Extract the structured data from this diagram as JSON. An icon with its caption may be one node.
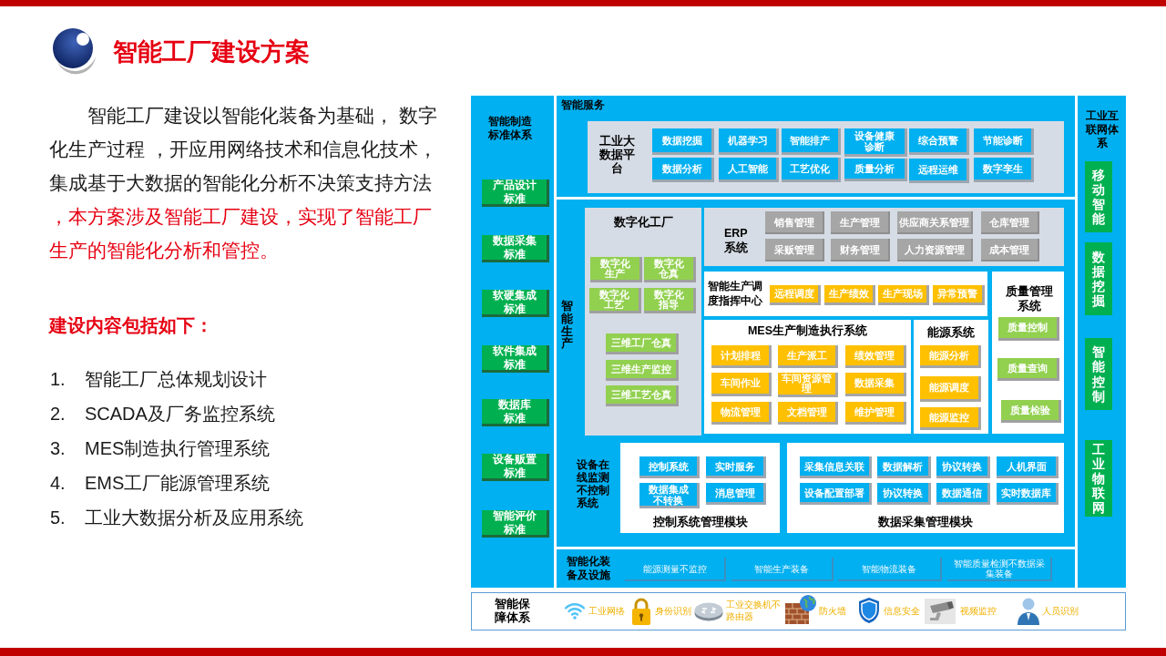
{
  "diagram": {
    "title": "智能工厂建设方案",
    "nodes": [
      {
        "text": [
          "智能制造标准体系"
        ]
      },
      {
        "text": [
          "产品设计标准"
        ],
        "in": 0
      },
      {
        "text": [
          "数据采集标准"
        ],
        "in": 0
      },
      {
        "text": [
          "软硬集成标准"
        ],
        "in": 0
      },
      {
        "text": [
          "软件集成标准"
        ],
        "in": 0
      },
      {
        "text": [
          "数据库标准"
        ],
        "in": 0
      },
      {
        "text": [
          "设备贩置标准"
        ],
        "in": 0
      },
      {
        "text": [
          "智能评价标准"
        ],
        "in": 0
      },
      {
        "text": [
          "智能服务"
        ]
      },
      {
        "text": [
          "工业大数据平台"
        ],
        "in": 8
      },
      {
        "text": [
          "数据挖掘"
        ],
        "in": 9
      },
      {
        "text": [
          "机器学习"
        ],
        "in": 9
      },
      {
        "text": [
          "智能排产"
        ],
        "in": 9
      },
      {
        "text": [
          "设备健康诊断"
        ],
        "in": 9
      },
      {
        "text": [
          "综合预警"
        ],
        "in": 9
      },
      {
        "text": [
          "节能诊断"
        ],
        "in": 9
      },
      {
        "text": [
          "数据分析"
        ],
        "in": 9
      },
      {
        "text": [
          "人工智能"
        ],
        "in": 9
      },
      {
        "text": [
          "工艺优化"
        ],
        "in": 9
      },
      {
        "text": [
          "质量分析"
        ],
        "in": 9
      },
      {
        "text": [
          "远程运维"
        ],
        "in": 9
      },
      {
        "text": [
          "数字孪生"
        ],
        "in": 9
      },
      {
        "text": [
          "智能生产"
        ]
      },
      {
        "text": [
          "数字化工厂"
        ],
        "in": 22
      },
      {
        "text": [
          "数字化生产"
        ],
        "in": 23
      },
      {
        "text": [
          "数字化仓真"
        ],
        "in": 23
      },
      {
        "text": [
          "数字化工艺"
        ],
        "in": 23
      },
      {
        "text": [
          "数字化指导"
        ],
        "in": 23
      },
      {
        "text": [
          "三维工厂仓真"
        ],
        "in": 23
      },
      {
        "text": [
          "三维生产监控"
        ],
        "in": 23
      },
      {
        "text": [
          "三维工艺仓真"
        ],
        "in": 23
      },
      {
        "text": [
          "ERP系统"
        ],
        "in": 22
      },
      {
        "text": [
          "销售管理"
        ],
        "in": 31
      },
      {
        "text": [
          "生产管理"
        ],
        "in": 31
      },
      {
        "text": [
          "供应商关系管理"
        ],
        "in": 31
      },
      {
        "text": [
          "仓库管理"
        ],
        "in": 31
      },
      {
        "text": [
          "采贩管理"
        ],
        "in": 31
      },
      {
        "text": [
          "财务管理"
        ],
        "in": 31
      },
      {
        "text": [
          "人力资源管理"
        ],
        "in": 31
      },
      {
        "text": [
          "成本管理"
        ],
        "in": 31
      },
      {
        "text": [
          "智能生产调度指挥中心"
        ],
        "in": 22
      },
      {
        "text": [
          "远程调度"
        ],
        "in": 40
      },
      {
        "text": [
          "生产绩效"
        ],
        "in": 40
      },
      {
        "text": [
          "生产现场"
        ],
        "in": 40
      },
      {
        "text": [
          "异常预警"
        ],
        "in": 40
      },
      {
        "text": [
          "质量管理系统"
        ],
        "in": 22
      },
      {
        "text": [
          "质量控制"
        ],
        "in": 45
      },
      {
        "text": [
          "质量查询"
        ],
        "in": 45
      },
      {
        "text": [
          "质量检验"
        ],
        "in": 45
      },
      {
        "text": [
          "MES生产制造执行系统"
        ],
        "in": 22
      },
      {
        "text": [
          "计划排程"
        ],
        "in": 49
      },
      {
        "text": [
          "生产派工"
        ],
        "in": 49
      },
      {
        "text": [
          "绩效管理"
        ],
        "in": 49
      },
      {
        "text": [
          "车间作业"
        ],
        "in": 49
      },
      {
        "text": [
          "车间资源管理"
        ],
        "in": 49
      },
      {
        "text": [
          "数据采集"
        ],
        "in": 49
      },
      {
        "text": [
          "物流管理"
        ],
        "in": 49
      },
      {
        "text": [
          "文档管理"
        ],
        "in": 49
      },
      {
        "text": [
          "维护管理"
        ],
        "in": 49
      },
      {
        "text": [
          "能源系统"
        ],
        "in": 22
      },
      {
        "text": [
          "能源分析"
        ],
        "in": 59
      },
      {
        "text": [
          "能源调度"
        ],
        "in": 59
      },
      {
        "text": [
          "能源监控"
        ],
        "in": 59
      },
      {
        "text": [
          "控制系统管理模块"
        ],
        "in": 22
      },
      {
        "text": [
          "控制系统"
        ],
        "in": 63
      },
      {
        "text": [
          "实时服务"
        ],
        "in": 63
      },
      {
        "text": [
          "数据集成不转换"
        ],
        "in": 63
      },
      {
        "text": [
          "消息管理"
        ],
        "in": 63
      },
      {
        "text": [
          "数据采集管理模块"
        ],
        "in": 22
      },
      {
        "text": [
          "采集信息关联"
        ],
        "in": 68
      },
      {
        "text": [
          "数据解析"
        ],
        "in": 68
      },
      {
        "text": [
          "协议转换"
        ],
        "in": 68
      },
      {
        "text": [
          "人机界面"
        ],
        "in": 68
      },
      {
        "text": [
          "设备配置部署"
        ],
        "in": 68
      },
      {
        "text": [
          "协议转换"
        ],
        "in": 68
      },
      {
        "text": [
          "数据通信"
        ],
        "in": 68
      },
      {
        "text": [
          "实时数据库"
        ],
        "in": 68
      },
      {
        "text": [
          "智能化装备及设施"
        ]
      },
      {
        "text": [
          "能源测量不监控"
        ],
        "in": 77
      },
      {
        "text": [
          "智能生产装备"
        ],
        "in": 77
      },
      {
        "text": [
          "智能物流装备"
        ],
        "in": 77
      },
      {
        "text": [
          "智能质量检测不数据采集装备"
        ],
        "in": 77
      },
      {
        "text": [
          "工业互联网体系"
        ]
      },
      {
        "text": [
          "移动智能"
        ],
        "in": 82
      },
      {
        "text": [
          "数据挖掘"
        ],
        "in": 82
      },
      {
        "text": [
          "智能控制"
        ],
        "in": 82
      },
      {
        "text": [
          "工业物联网"
        ],
        "in": 82
      },
      {
        "text": [
          "智能保障体系"
        ]
      }
    ],
    "labels": [
      "智能工厂建设以智能化装备为基础， 数字化生产过程 ，开应用网络技术和信息化技术，集成基于大数据的智能化分析不决策支持方法",
      "，本方案涉及智能工厂建设，实现了智能工厂生产的智能化分析和管控。",
      "建设内容包括如下：",
      "1.",
      "智能工厂总体规划设计",
      "2.",
      "SCADA及厂务监控系统",
      "3.",
      "MES制造执行管理系统",
      "4.",
      "EMS工厂能源管理系统",
      "5.",
      "工业大数据分析及应用系统",
      "设备在线监测不控制系统",
      "工业网络",
      "身份识别",
      "工业交换机不路由器",
      "防火墙",
      "信息安全",
      "视频监控",
      "人员识别"
    ]
  }
}
